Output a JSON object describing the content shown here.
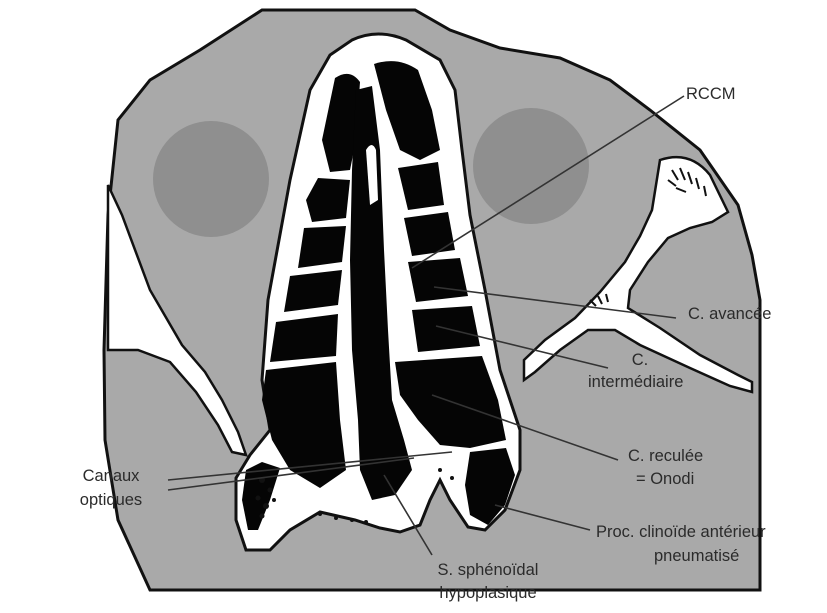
{
  "labels": {
    "rccm": "RCCM",
    "avancee": "C. avancée",
    "intermediaire_1": "C.",
    "intermediaire_2": "intermédiaire",
    "reculee_1": "C. reculée",
    "reculee_2": "= Onodi",
    "canaux_1": "Canaux",
    "canaux_2": "optiques",
    "proc_1": "Proc. clinoïde antérieur",
    "proc_2": "pneumatisé",
    "sphen_1": "S. sphénoïdal",
    "sphen_2": "hypoplasique"
  },
  "colors": {
    "background": "#ffffff",
    "tissue": "#a9a9a9",
    "orbit": "#8f8f8f",
    "bone": "#ffffff",
    "air_cells": "#050505",
    "outline": "#111111",
    "leader": "#333333",
    "text": "#2b2b2b"
  }
}
